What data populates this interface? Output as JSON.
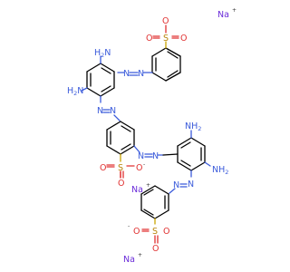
{
  "molecule": {
    "atoms": {
      "n": "N",
      "o": "O",
      "s": "S",
      "nh2": "NH2",
      "na": "Na",
      "minus": "-",
      "plus": "+"
    }
  }
}
